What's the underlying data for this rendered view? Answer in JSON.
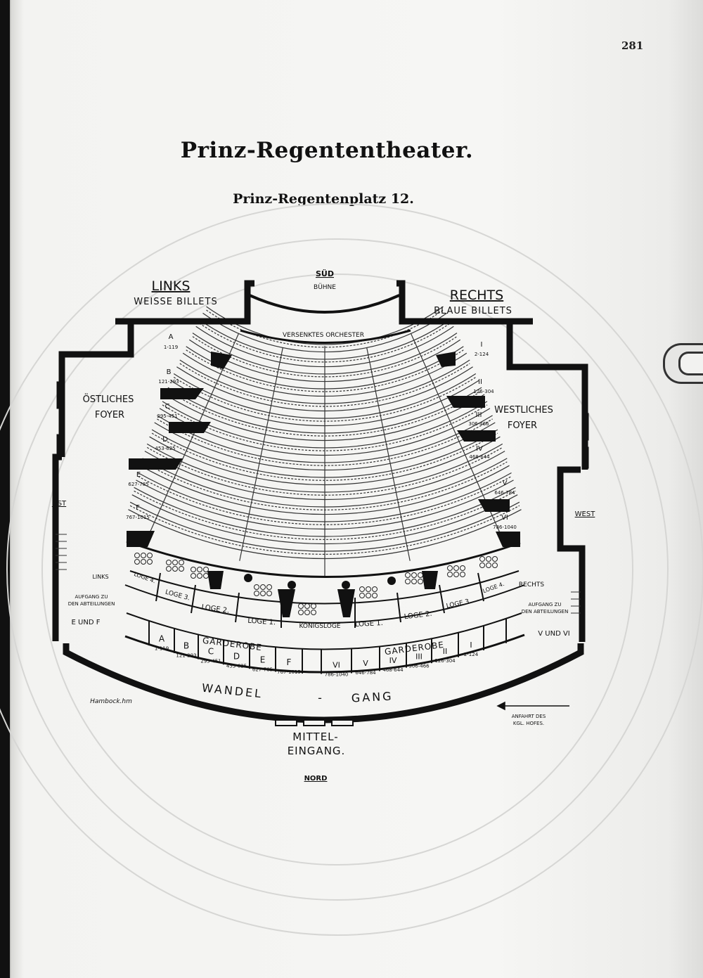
{
  "page_number": "281",
  "title": "Prinz-Regententheater.",
  "subtitle": "Prinz-Regentenplatz 12.",
  "plan": {
    "sued": "SÜD",
    "buehne": "BÜHNE",
    "orchester": "VERSENKTES ORCHESTER",
    "links": "LINKS",
    "weisse_billets": "WEISSE BILLETS",
    "rechts": "RECHTS",
    "blaue_billets": "BLAUE BILLETS",
    "oestliches_foyer": [
      "ÖSTLICHES",
      "FOYER"
    ],
    "westliches_foyer": [
      "WESTLICHES",
      "FOYER"
    ],
    "ost": "OST",
    "west": "WEST",
    "left_sections": [
      {
        "letter": "A",
        "range": "1-119"
      },
      {
        "letter": "B",
        "range": "121-293"
      },
      {
        "letter": "C",
        "range": "295-451"
      },
      {
        "letter": "D",
        "range": "453-625"
      },
      {
        "letter": "E",
        "range": "627-785"
      },
      {
        "letter": "F",
        "range": "767-1015"
      }
    ],
    "right_sections": [
      {
        "letter": "I",
        "range": "2-124"
      },
      {
        "letter": "II",
        "range": "126-304"
      },
      {
        "letter": "III",
        "range": "306-466"
      },
      {
        "letter": "IV",
        "range": "468-644"
      },
      {
        "letter": "V",
        "range": "646-784"
      },
      {
        "letter": "VI",
        "range": "786-1040"
      }
    ],
    "logen_left": [
      "LOGE 4.",
      "LOGE 3.",
      "LOGE 2.",
      "LOGE 1."
    ],
    "koenigsloge": "KÖNIGSLOGE",
    "logen_right": [
      "LOGE 1.",
      "LOGE 2.",
      "LOGE 3.",
      "LOGE 4."
    ],
    "links_small": "LINKS",
    "rechts_small": "RECHTS",
    "aufgang_left": [
      "AUFGANG ZU",
      "DEN ABTEILUNGEN"
    ],
    "e_und_f": "E UND F",
    "aufgang_right": [
      "AUFGANG ZU",
      "DEN ABTEILUNGEN"
    ],
    "v_und_vi": "V UND VI",
    "garderobe": "GARDEROBE",
    "garderobe_left_cells": [
      {
        "letter": "A",
        "range": "1-119"
      },
      {
        "letter": "B",
        "range": "121-293"
      },
      {
        "letter": "C",
        "range": "295-451"
      },
      {
        "letter": "D",
        "range": "453-625"
      },
      {
        "letter": "E",
        "range": "627-785"
      },
      {
        "letter": "F",
        "range": "767-1015"
      }
    ],
    "garderobe_right_cells": [
      {
        "letter": "VI",
        "range": "786-1040"
      },
      {
        "letter": "V",
        "range": "646-784"
      },
      {
        "letter": "IV",
        "range": "468-644"
      },
      {
        "letter": "III",
        "range": "306-466"
      },
      {
        "letter": "II",
        "range": "126-304"
      },
      {
        "letter": "I",
        "range": "2-124"
      }
    ],
    "wandel": "WANDEL",
    "dash": "-",
    "gang": "GANG",
    "signature": "Hambock.hm",
    "anfahrt": [
      "ANFAHRT DES",
      "KGL. HOFES."
    ],
    "mittel": "MITTEL-",
    "eingang": "EINGANG.",
    "nord": "NORD"
  },
  "colors": {
    "ink": "#111111",
    "paper": "#f5f5f3"
  }
}
